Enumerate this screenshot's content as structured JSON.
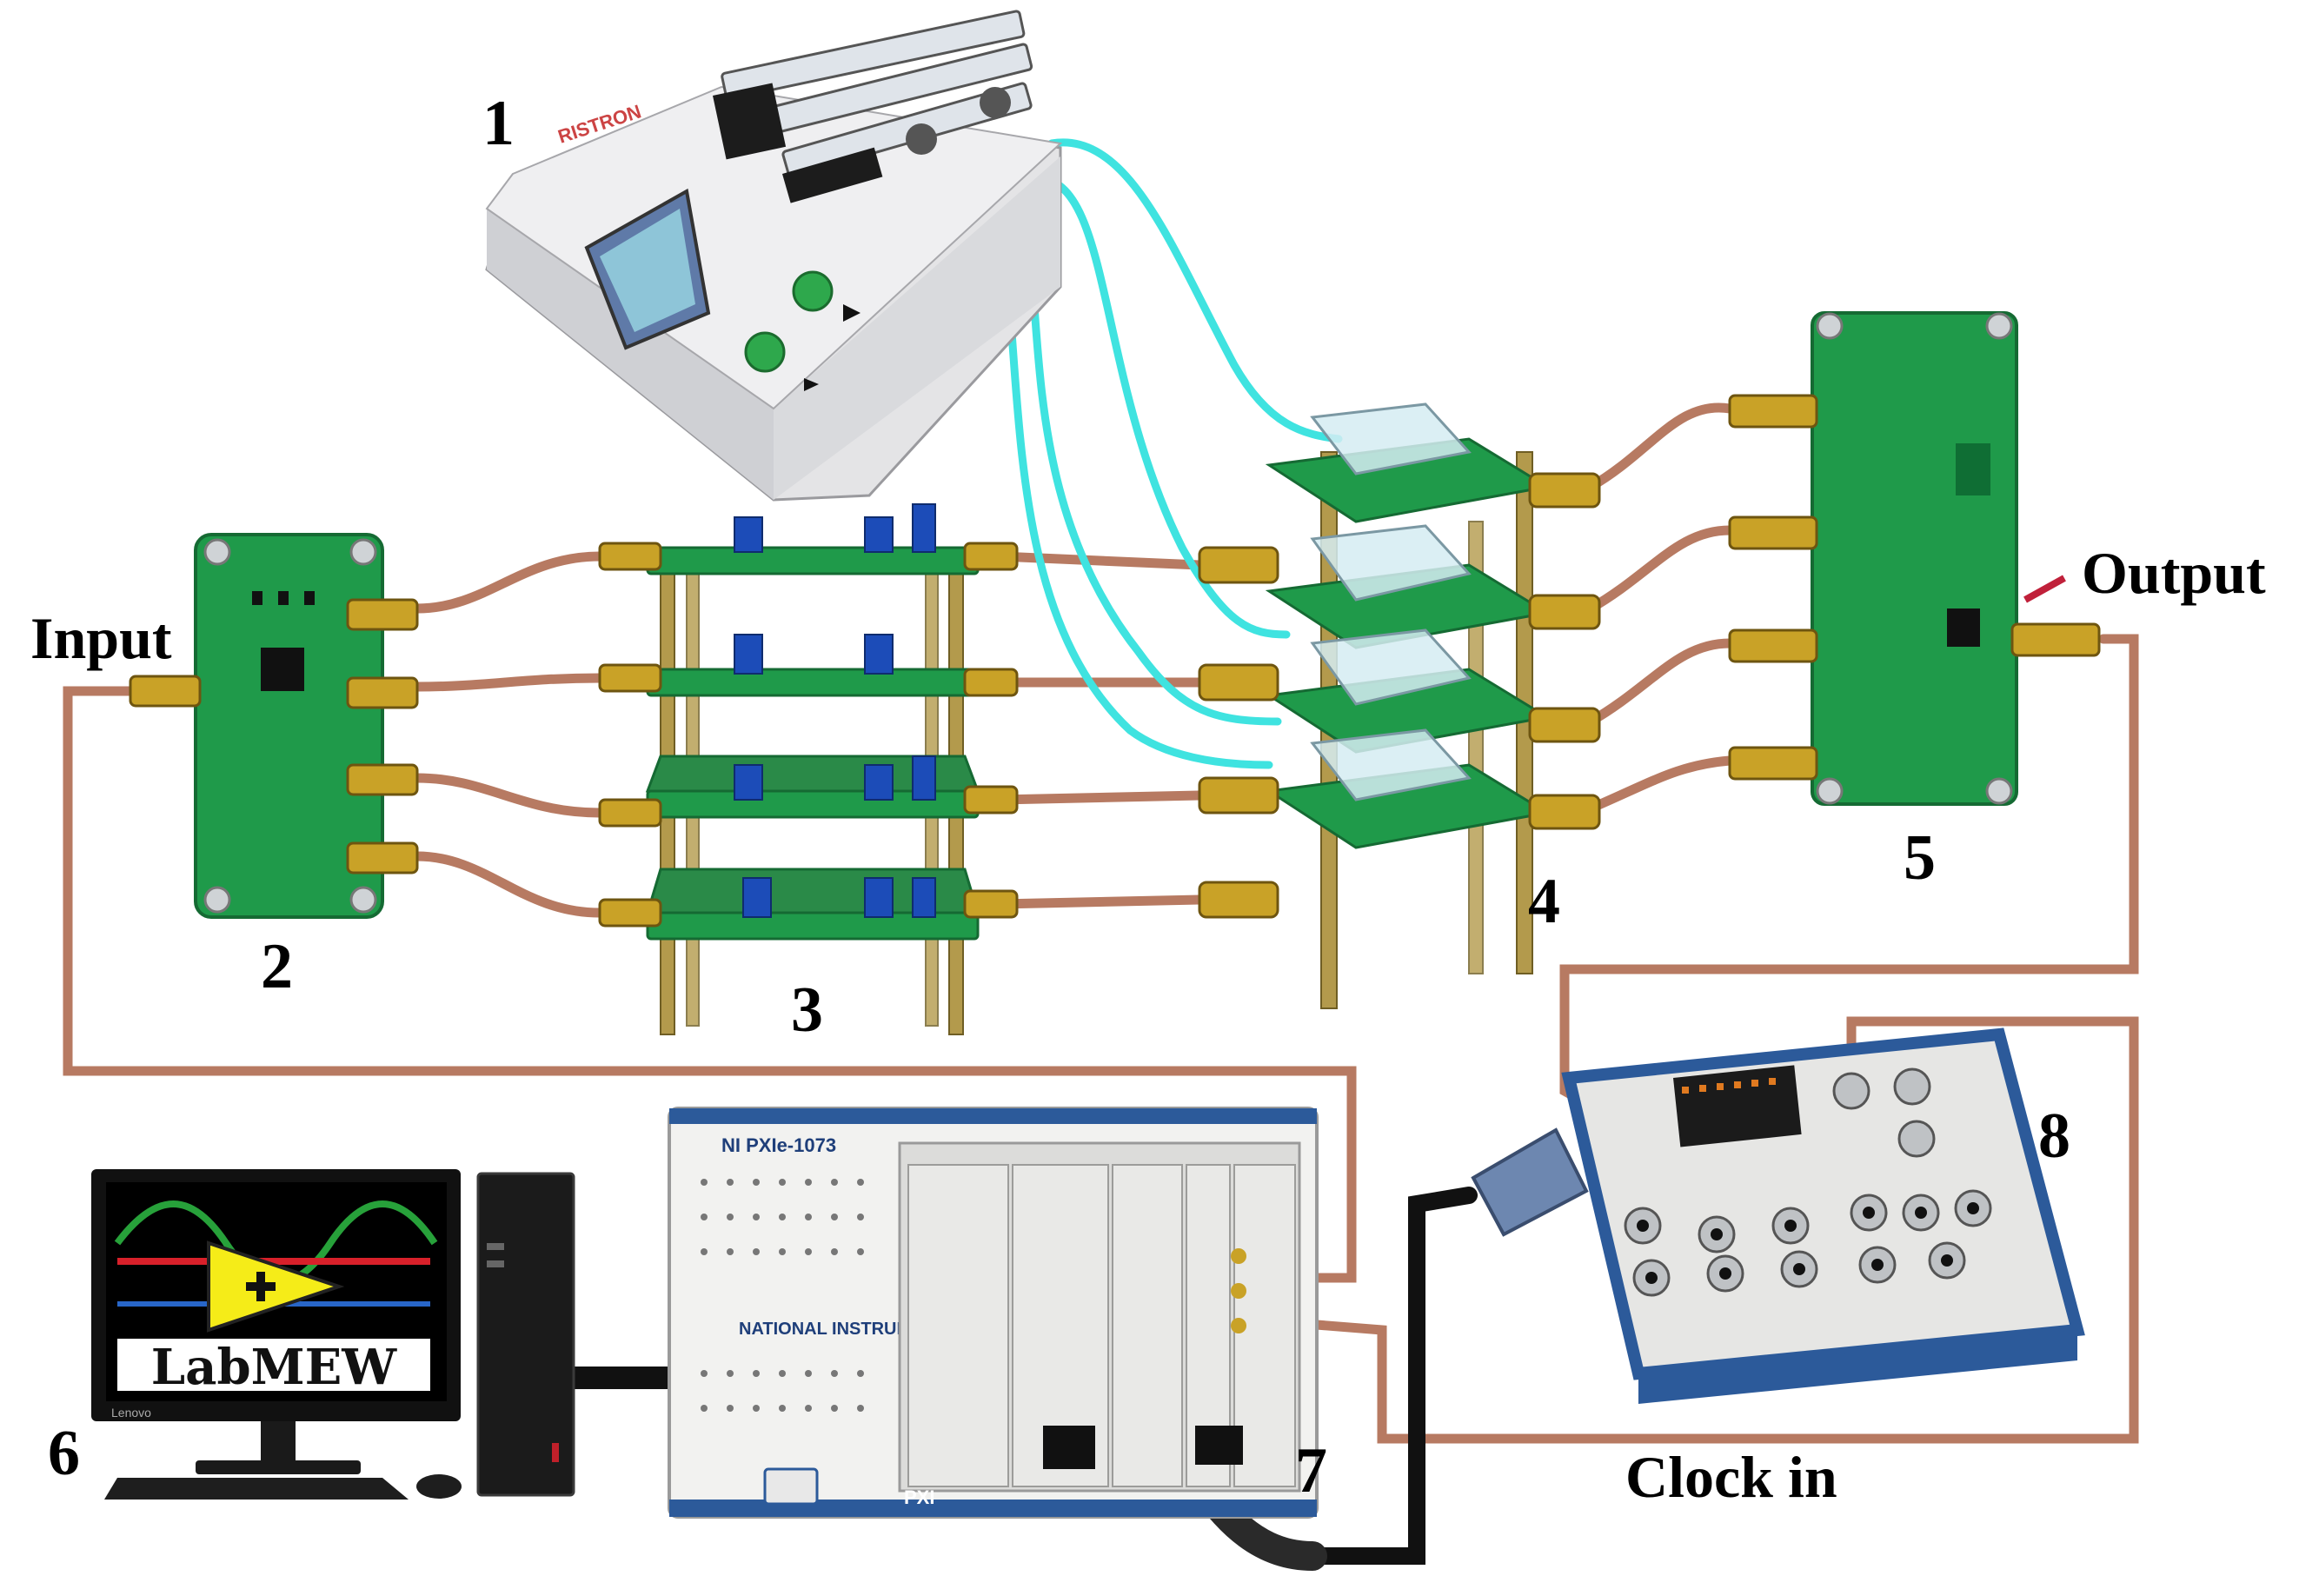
{
  "labels": {
    "input": "Input",
    "output": "Output",
    "clock_in": "Clock in"
  },
  "callouts": [
    "1",
    "2",
    "3",
    "4",
    "5",
    "6",
    "7",
    "8"
  ],
  "devices": {
    "syringe_pump_brand": "RISTRON",
    "chassis_model": "NI PXIe-1073",
    "chassis_brand": "NATIONAL INSTRUMENTS",
    "chassis_badge": "PXI",
    "software_logo": "LabMEW",
    "monitor_brand": "Lenovo"
  },
  "colors": {
    "coax_cable": "#b77a62",
    "fluid_tube": "#3fe3e0",
    "pcb_green": "#1f9a4a",
    "chassis_blue": "#2c5a9a",
    "black_cable": "#111111"
  }
}
